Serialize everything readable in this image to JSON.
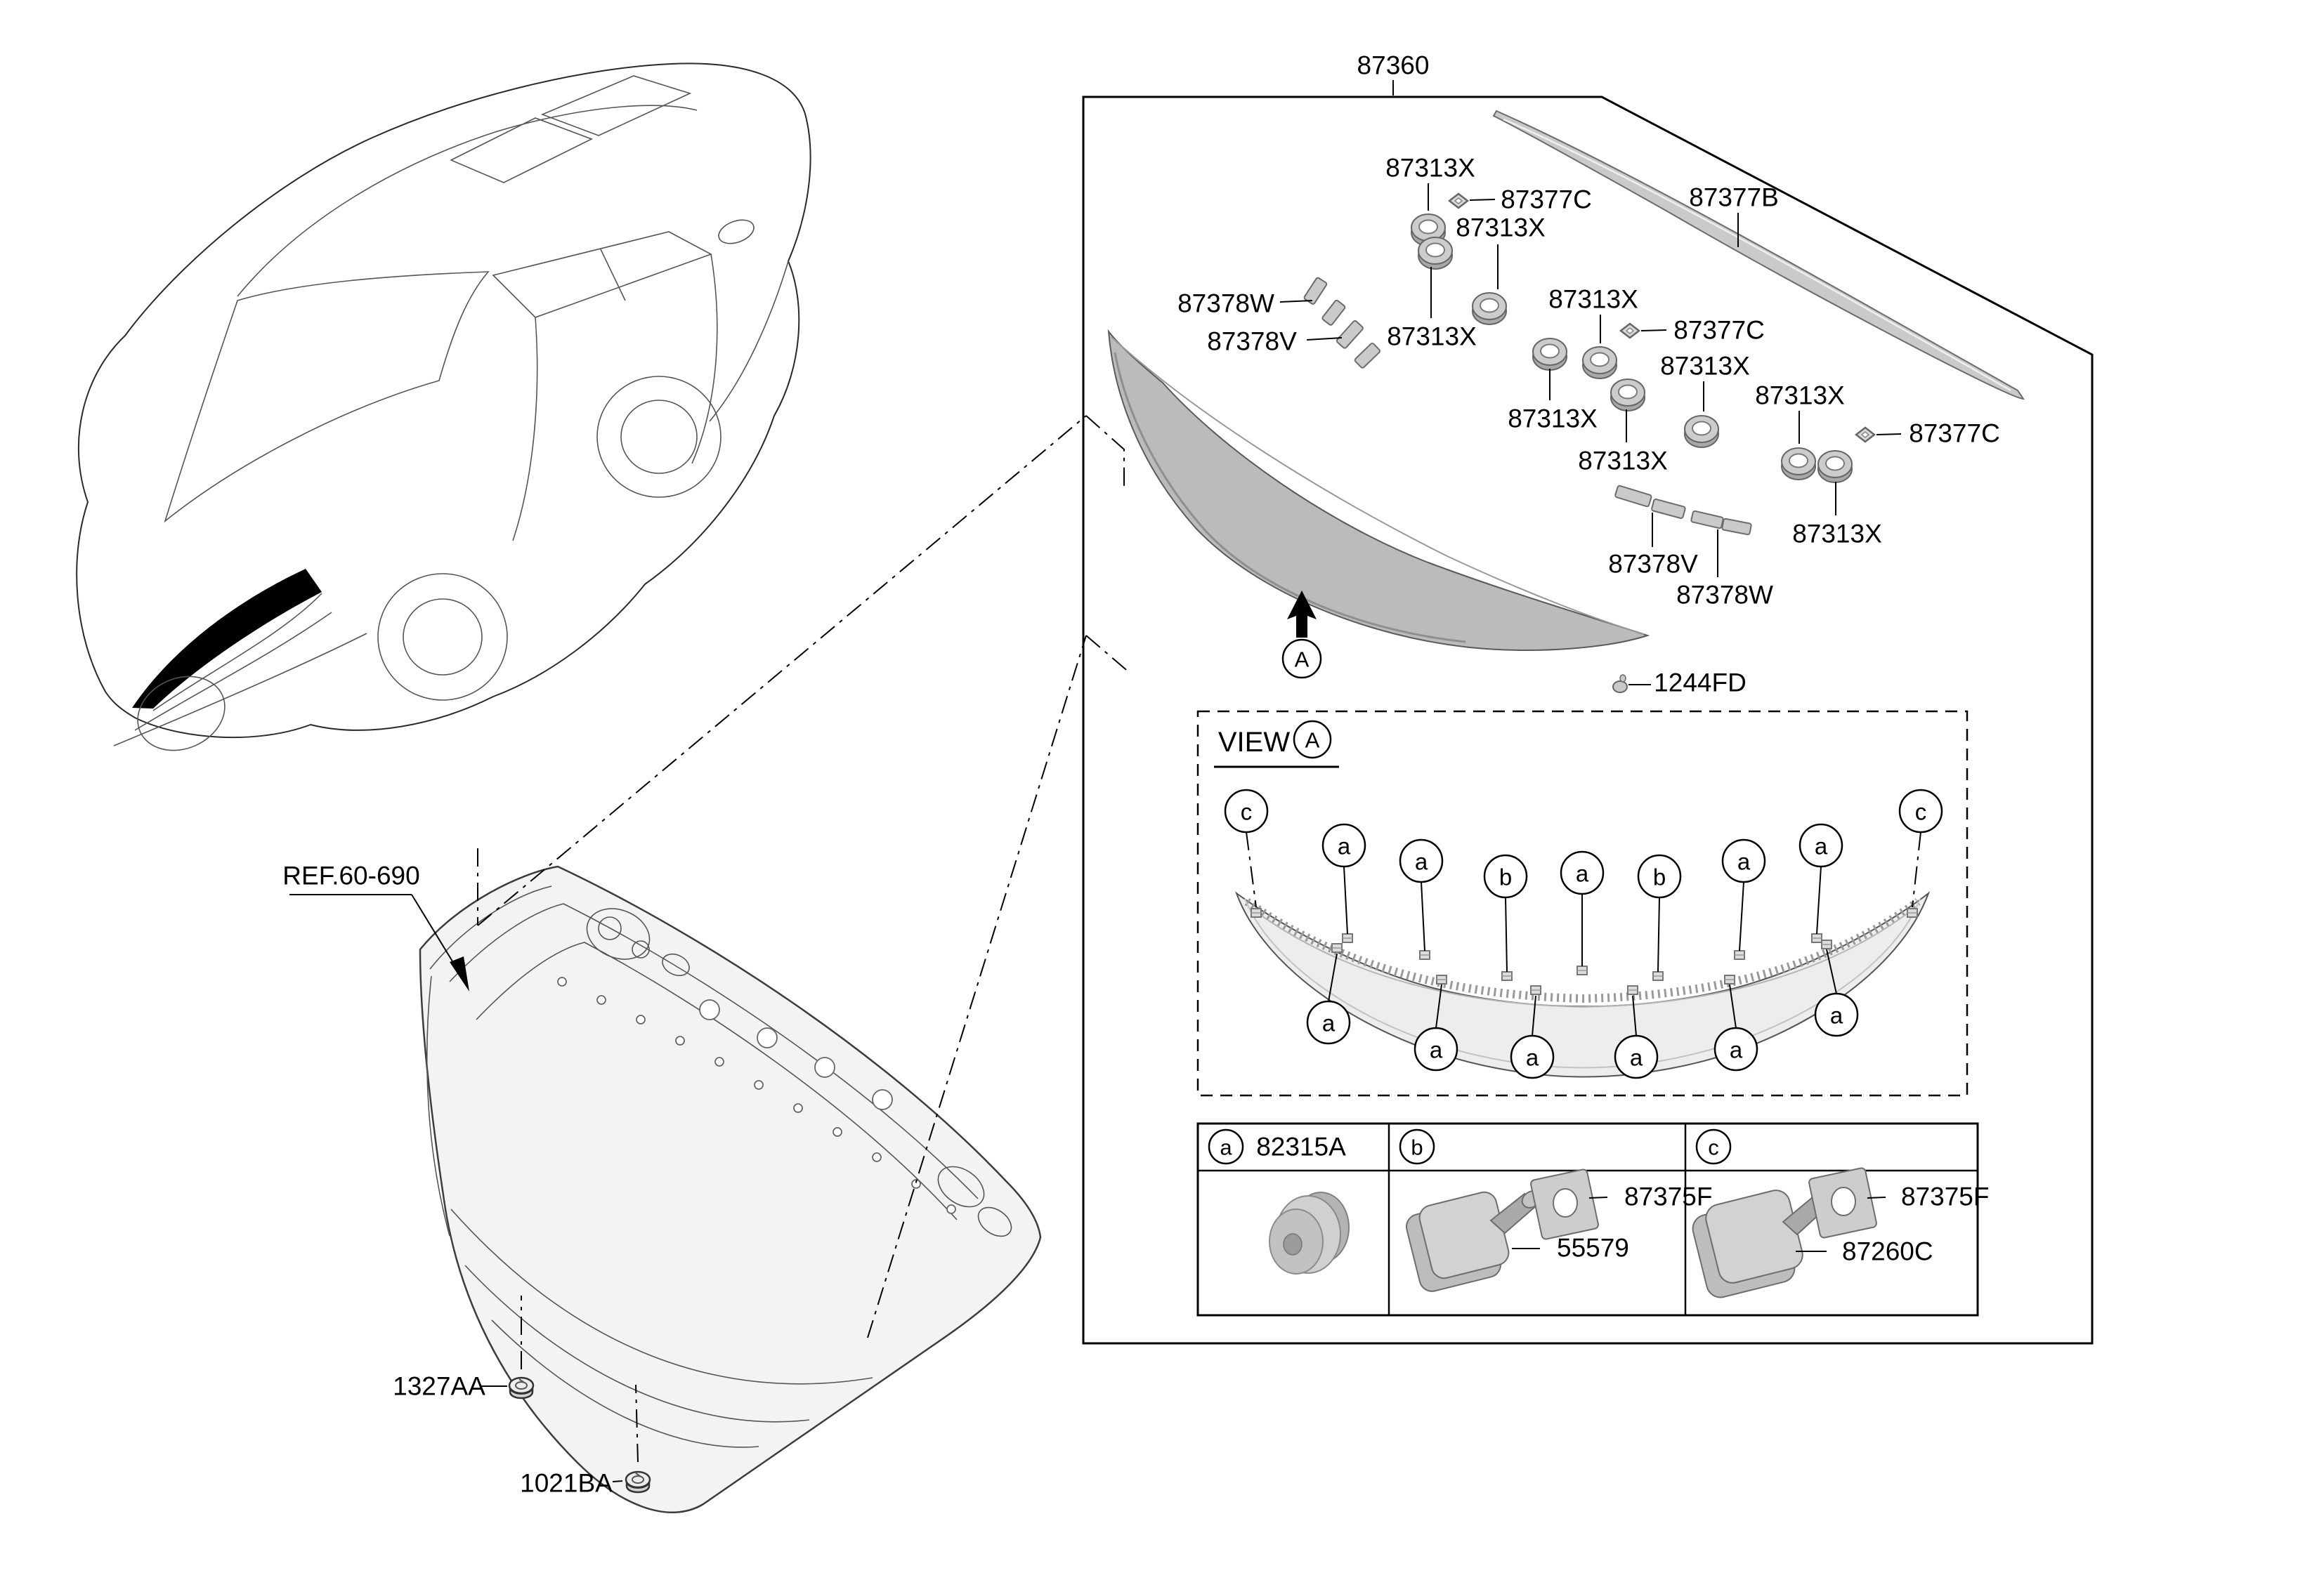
{
  "assembly": {
    "part_number": "87360"
  },
  "ref": {
    "label": "REF.60-690"
  },
  "view": {
    "title": "VIEW",
    "letter": "A"
  },
  "arrow_marker": "A",
  "parts": {
    "p87313x": "87313X",
    "p87377c": "87377C",
    "p87377b": "87377B",
    "p87378w": "87378W",
    "p87378v": "87378V",
    "p1244fd": "1244FD",
    "p1327aa": "1327AA",
    "p1021ba": "1021BA"
  },
  "view_markers": {
    "a": "a",
    "b": "b",
    "c": "c"
  },
  "legend": {
    "cells": [
      {
        "marker": "a",
        "part": "82315A"
      },
      {
        "marker": "b",
        "washer_part": "87375F",
        "clip_part": "55579"
      },
      {
        "marker": "c",
        "washer_part": "87375F",
        "clip_part": "87260C"
      }
    ]
  }
}
